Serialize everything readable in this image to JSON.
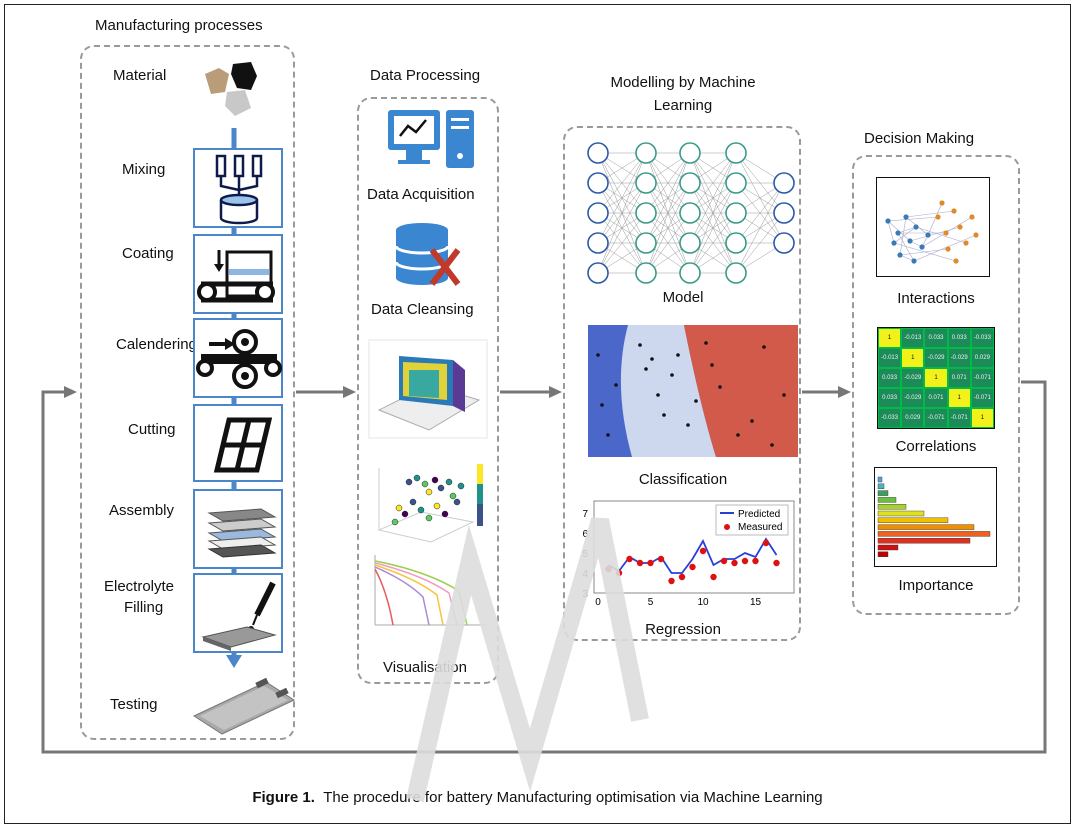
{
  "manufacturing": {
    "title": "Manufacturing processes",
    "steps": [
      "Material",
      "Mixing",
      "Coating",
      "Calendering",
      "Cutting",
      "Assembly",
      "Electrolyte",
      "Filling",
      "Testing"
    ]
  },
  "processing": {
    "title": "Data Processing",
    "acquisition": "Data Acquisition",
    "cleansing": "Data Cleansing",
    "visualisation": "Visualisation"
  },
  "modelling": {
    "title_line1": "Modelling by Machine",
    "title_line2": "Learning",
    "model": "Model",
    "classification": "Classification",
    "regression": "Regression",
    "regression_legend": [
      "Predicted",
      "Measured"
    ],
    "regression_yticks": [
      "7",
      "6",
      "5",
      "4",
      "3"
    ],
    "regression_xticks": [
      "0",
      "5",
      "10",
      "15"
    ]
  },
  "decision": {
    "title": "Decision Making",
    "interactions": "Interactions",
    "correlations": "Correlations",
    "importance": "Importance",
    "matrix": [
      [
        "1",
        "-0.013",
        "0.033",
        "0.033",
        "-0.033"
      ],
      [
        "-0.013",
        "1",
        "-0.029",
        "-0.029",
        "0.029"
      ],
      [
        "0.033",
        "-0.029",
        "1",
        "0.071",
        "-0.071"
      ],
      [
        "0.033",
        "-0.029",
        "0.071",
        "1",
        "-0.071"
      ],
      [
        "-0.033",
        "0.029",
        "-0.071",
        "-0.071",
        "1"
      ]
    ]
  },
  "caption": {
    "figure": "Figure 1.",
    "text": "The procedure for battery Manufacturing optimisation via Machine Learning"
  },
  "colors": {
    "accent": "#4a86c8",
    "arrow": "#777777",
    "matrix_green": "#1d8a5a",
    "matrix_yellow": "#f2f21a"
  }
}
